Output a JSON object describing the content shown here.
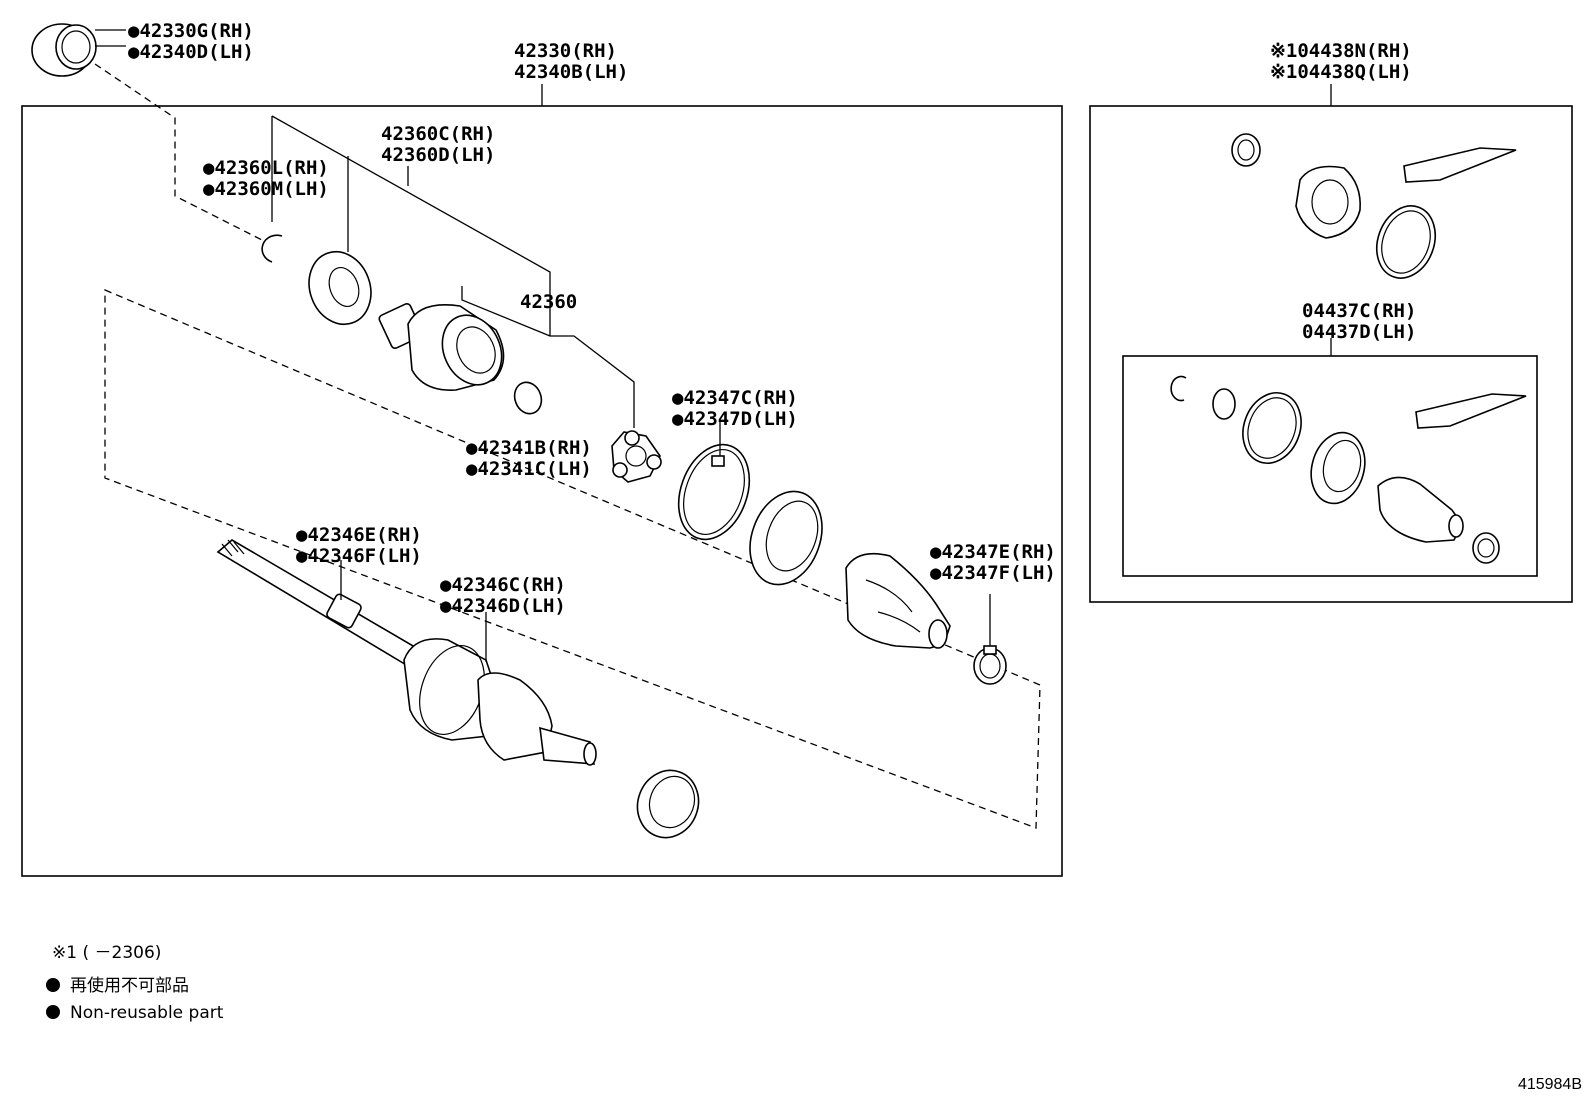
{
  "labels": {
    "bearing_rh": "●42330G(RH)",
    "bearing_lh": "●42340D(LH)",
    "shaft_assy_rh": "42330(RH)",
    "shaft_assy_lh": "42340B(LH)",
    "inboard_joint_rh": "42360C(RH)",
    "inboard_joint_lh": "42360D(LH)",
    "snap_ring_rh": "●42360L(RH)",
    "snap_ring_lh": "●42360M(LH)",
    "tulip": "42360",
    "clip_rh": "●42341B(RH)",
    "clip_lh": "●42341C(LH)",
    "clamp_large_rh": "●42347C(RH)",
    "clamp_large_lh": "●42347D(LH)",
    "clamp_small_rh": "●42347E(RH)",
    "clamp_small_lh": "●42347F(LH)",
    "damper_rh": "●42346E(RH)",
    "damper_lh": "●42346F(LH)",
    "outboard_boot_rh": "●42346C(RH)",
    "outboard_boot_lh": "●42346D(LH)",
    "boot_kit_a_rh": "※104438N(RH)",
    "boot_kit_a_lh": "※104438Q(LH)",
    "boot_kit_b_rh": "04437C(RH)",
    "boot_kit_b_lh": "04437D(LH)"
  },
  "notes": {
    "footnote": "※1 (        －2306)",
    "nonreusable_ja": "再使用不可部品",
    "nonreusable_en": "Non-reusable part"
  },
  "figure_code": "415984B"
}
